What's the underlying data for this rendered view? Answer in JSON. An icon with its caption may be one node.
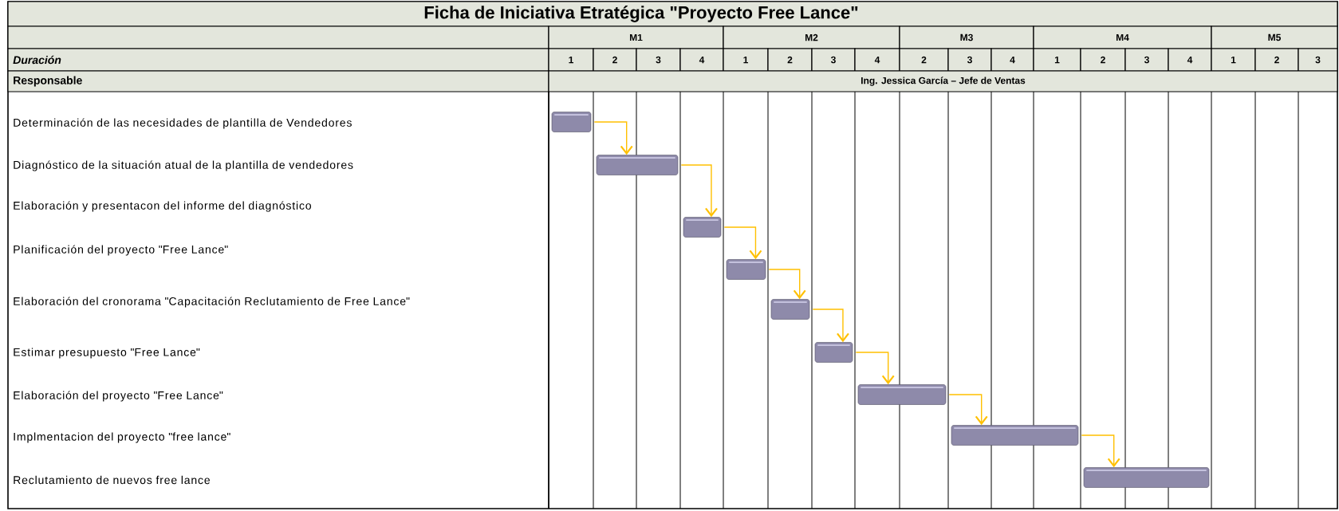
{
  "diagram": {
    "title": "Ficha de Iniciativa Etratégica \"Proyecto Free Lance\"",
    "nodes": [
      {
        "text": [],
        "shape": "bar"
      },
      {
        "text": [],
        "shape": "bar"
      },
      {
        "text": [],
        "shape": "bar"
      },
      {
        "text": [],
        "shape": "bar"
      },
      {
        "text": [],
        "shape": "bar"
      },
      {
        "text": [],
        "shape": "bar"
      },
      {
        "text": [],
        "shape": "bar"
      },
      {
        "text": [],
        "shape": "bar"
      },
      {
        "text": [],
        "shape": "bar"
      }
    ],
    "edges": [
      {
        "from": 0,
        "to": 1,
        "arrow": "to"
      },
      {
        "from": 1,
        "to": 2,
        "arrow": "to"
      },
      {
        "from": 2,
        "to": 3,
        "arrow": "to"
      },
      {
        "from": 3,
        "to": 4,
        "arrow": "to"
      },
      {
        "from": 4,
        "to": 5,
        "arrow": "to"
      },
      {
        "from": 5,
        "to": 6,
        "arrow": "to"
      },
      {
        "from": 6,
        "to": 7,
        "arrow": "to"
      },
      {
        "from": 7,
        "to": 8,
        "arrow": "to"
      }
    ],
    "labels": [
      "M1",
      "M2",
      "M3",
      "M4",
      "M5",
      "Duración",
      "1",
      "2",
      "3",
      "4",
      "1",
      "2",
      "3",
      "4",
      "2",
      "3",
      "4",
      "1",
      "2",
      "3",
      "4",
      "1",
      "2",
      "3",
      "Responsable",
      "Ing. Jessica García – Jefe de Ventas",
      "Determinación de las necesidades de plantilla de Vendedores",
      "Diagnóstico de la situación atual de la plantilla de vendedores",
      "Elaboración y presentacon del informe del diagnóstico",
      "Planificación del proyecto \"Free Lance\"",
      "Elaboración del cronorama \"Capacitación Reclutamiento de Free Lance\"",
      "Estimar presupuesto \"Free Lance\"",
      "Elaboración del proyecto \"Free Lance\"",
      "Implmentacion del proyecto \"free lance\"",
      "Reclutamiento de nuevos free lance"
    ]
  }
}
